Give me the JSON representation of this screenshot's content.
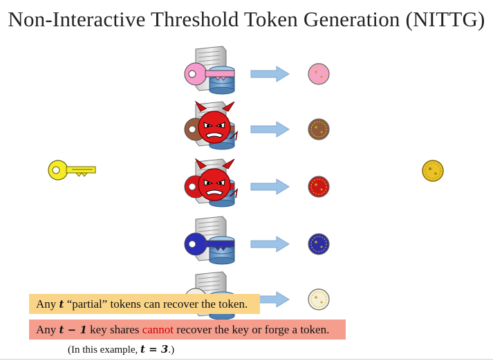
{
  "title": "Non-Interactive Threshold Token Generation (NITTG)",
  "diagram": {
    "master_key_color": "#f4ec28",
    "final_token_color": "#e8c227",
    "rows": [
      {
        "key_color": "#f79bcc",
        "token_color": "#f5a3c8",
        "corrupted": false
      },
      {
        "key_color": "#9b5a3c",
        "token_color": "#8c5a3c",
        "corrupted": true
      },
      {
        "key_color": "#d8141b",
        "token_color": "#c81818",
        "corrupted": true
      },
      {
        "key_color": "#2b2fb8",
        "token_color": "#2c2fa3",
        "corrupted": false
      },
      {
        "key_color": "#f2f0e2",
        "token_color": "#f3efd8",
        "corrupted": false
      }
    ],
    "arrow_color": "#9dc3e6",
    "icons": [
      "server-icon",
      "key-icon",
      "devil-icon",
      "arrow-icon",
      "token-icon"
    ]
  },
  "box1": {
    "pre": "Any ",
    "var": "t",
    "post": " “partial” tokens can recover the token."
  },
  "box2": {
    "pre": "Any ",
    "var": "t − 1",
    "mid": " key shares ",
    "red": "cannot",
    "post": " recover the key or forge a token."
  },
  "note": {
    "pre": "(In this example, ",
    "var": "t = 3",
    "post": ".)"
  }
}
